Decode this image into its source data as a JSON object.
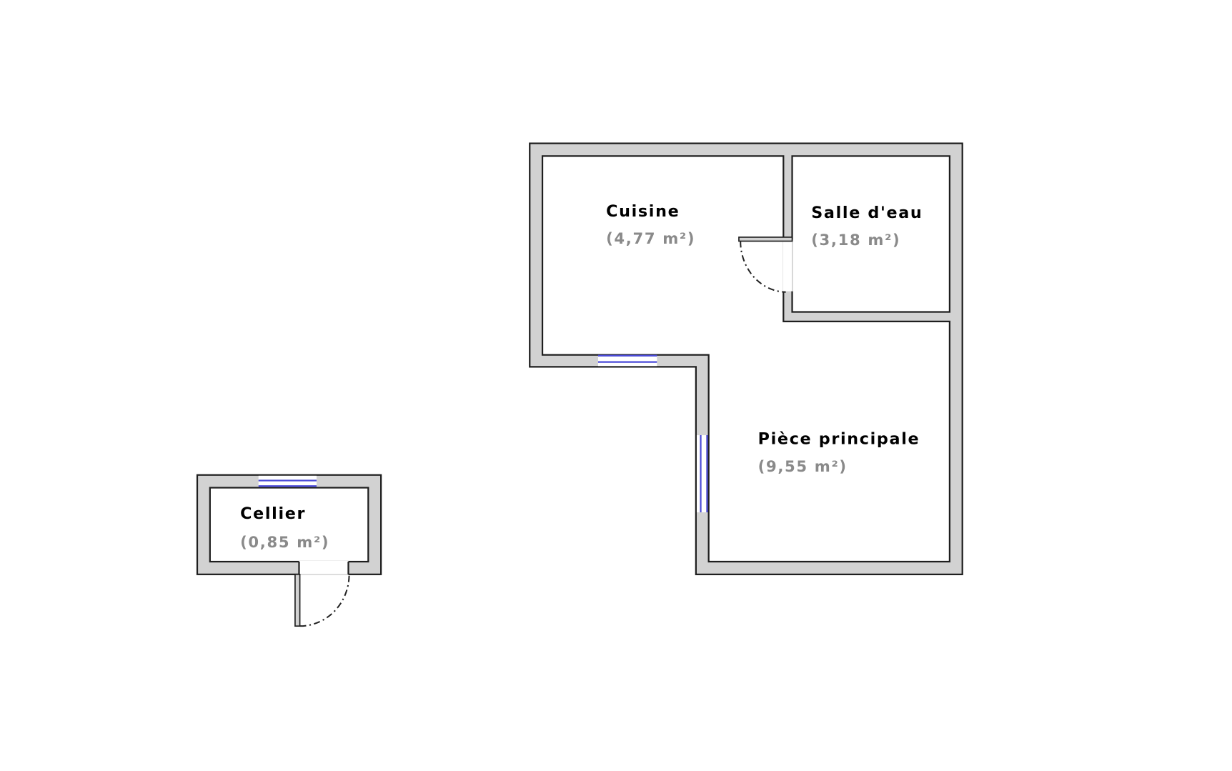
{
  "rooms": {
    "cuisine": {
      "name": "Cuisine",
      "area": "(4,77 m²)"
    },
    "salle_eau": {
      "name": "Salle d'eau",
      "area": "(3,18 m²)"
    },
    "piece_principale": {
      "name": "Pièce principale",
      "area": "(9,55 m²)"
    },
    "cellier": {
      "name": "Cellier",
      "area": "(0,85 m²)"
    }
  },
  "colors": {
    "wall": "#d2d2d2",
    "window": "#4a4ad8",
    "area_text": "#8a8a8a"
  }
}
